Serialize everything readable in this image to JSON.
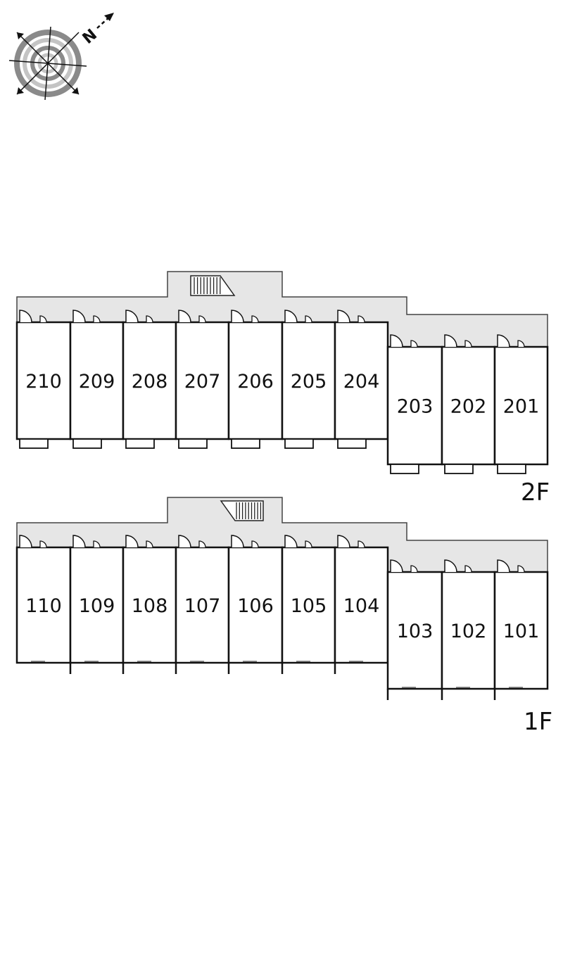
{
  "compass": {
    "letter": "N",
    "icon": "compass-icon"
  },
  "floors": [
    {
      "label": "2F",
      "units": [
        "210",
        "209",
        "208",
        "207",
        "206",
        "205",
        "204",
        "203",
        "202",
        "201"
      ],
      "stair_icon": "staircase-icon",
      "door_icon": "door-swing-icon"
    },
    {
      "label": "1F",
      "units": [
        "110",
        "109",
        "108",
        "107",
        "106",
        "105",
        "104",
        "103",
        "102",
        "101"
      ],
      "stair_icon": "staircase-icon",
      "door_icon": "door-swing-icon"
    }
  ],
  "colors": {
    "corridor": "#e6e6e6",
    "wall": "#111111",
    "compass_ring_dark": "#8a8a8a",
    "compass_ring_light": "#c4c4c4"
  }
}
